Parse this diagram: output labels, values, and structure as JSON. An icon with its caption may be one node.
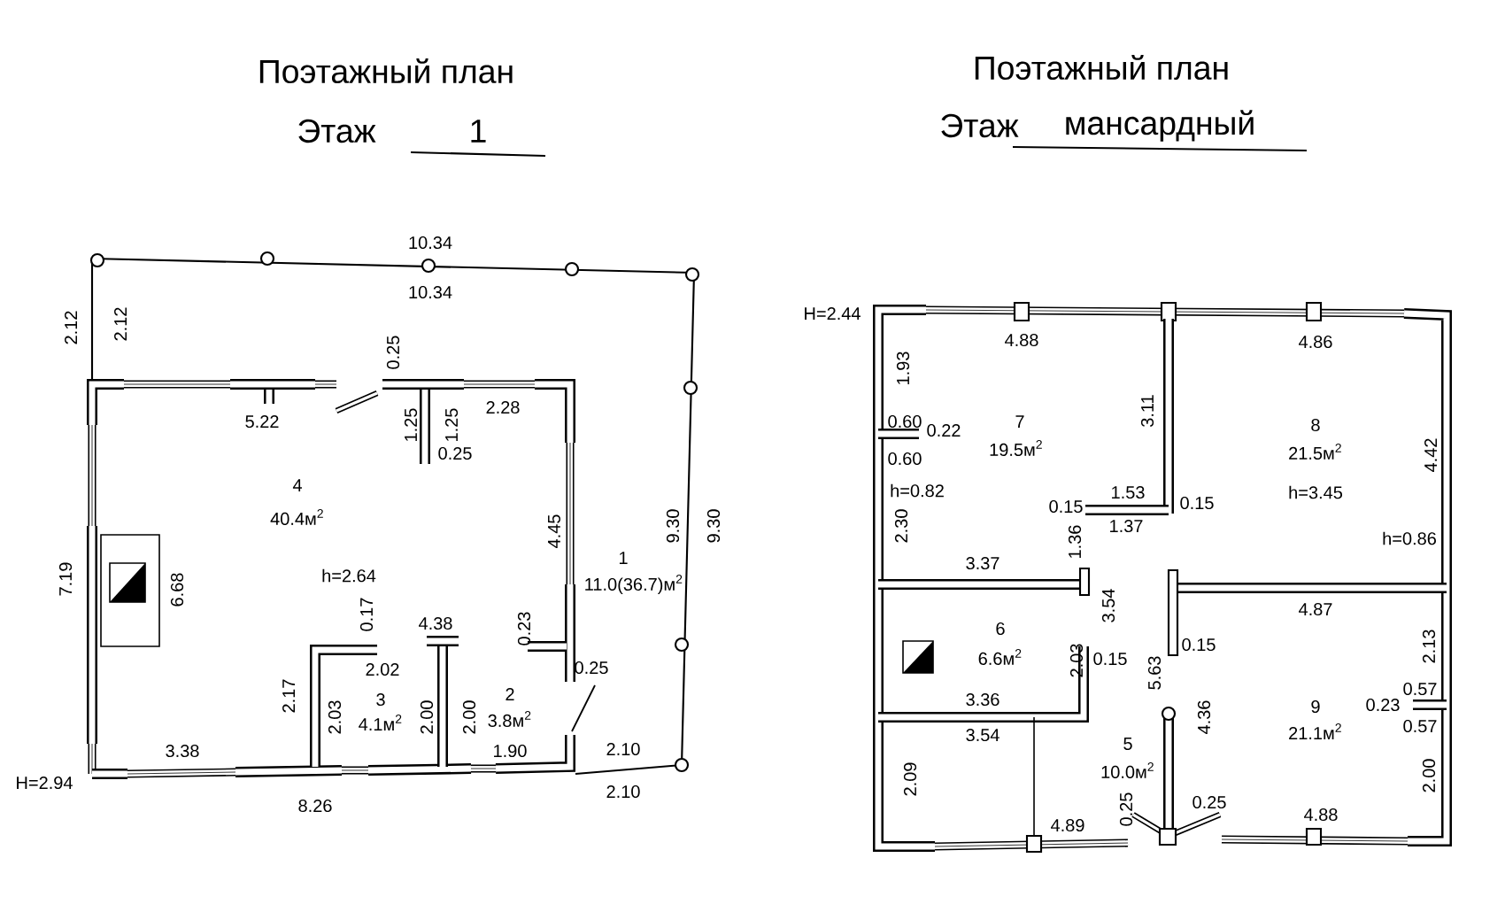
{
  "diagram": {
    "labels": [
      "Поэтажный план",
      "Этаж",
      "1",
      "Поэтажный план",
      "Этаж",
      "мансардный",
      "10.34",
      "10.34",
      "2.12",
      "2.12",
      "0.25",
      "5.22",
      "1.25",
      "1.25",
      "0.25",
      "2.28",
      "4",
      "40.4м$^{2}$",
      "4.45",
      "9.30",
      "9.30",
      "7.19",
      "6.68",
      "h=2.64",
      "1",
      "11.0(36.7)м$^{2}$",
      "0.17",
      "4.38",
      "0.23",
      "2.02",
      "0.25",
      "2.17",
      "2.03",
      "3",
      "4.1м$^{2}$",
      "2.00",
      "2.00",
      "2",
      "3.8м$^{2}$",
      "3.38",
      "1.90",
      "2.10",
      "H=2.94",
      "8.26",
      "2.10",
      "H=2.44",
      "4.88",
      "4.86",
      "1.93",
      "3.11",
      "0.60",
      "0.22",
      "7",
      "19.5м$^{2}$",
      "8",
      "21.5м$^{2}$",
      "4.42",
      "0.60",
      "h=0.82",
      "h=3.45",
      "0.15",
      "1.53",
      "0.15",
      "1.37",
      "2.30",
      "h=0.86",
      "3.37",
      "1.36",
      "4.87",
      "3.54",
      "6",
      "6.6м$^{2}$",
      "0.15",
      "2.03",
      "0.15",
      "5.63",
      "2.13",
      "3.36",
      "9",
      "0.23",
      "0.57",
      "3.54",
      "4.36",
      "21.1м$^{2}$",
      "0.57",
      "5",
      "10.0м$^{2}$",
      "2.09",
      "2.00",
      "0.25",
      "0.25",
      "4.89",
      "4.88"
    ]
  }
}
